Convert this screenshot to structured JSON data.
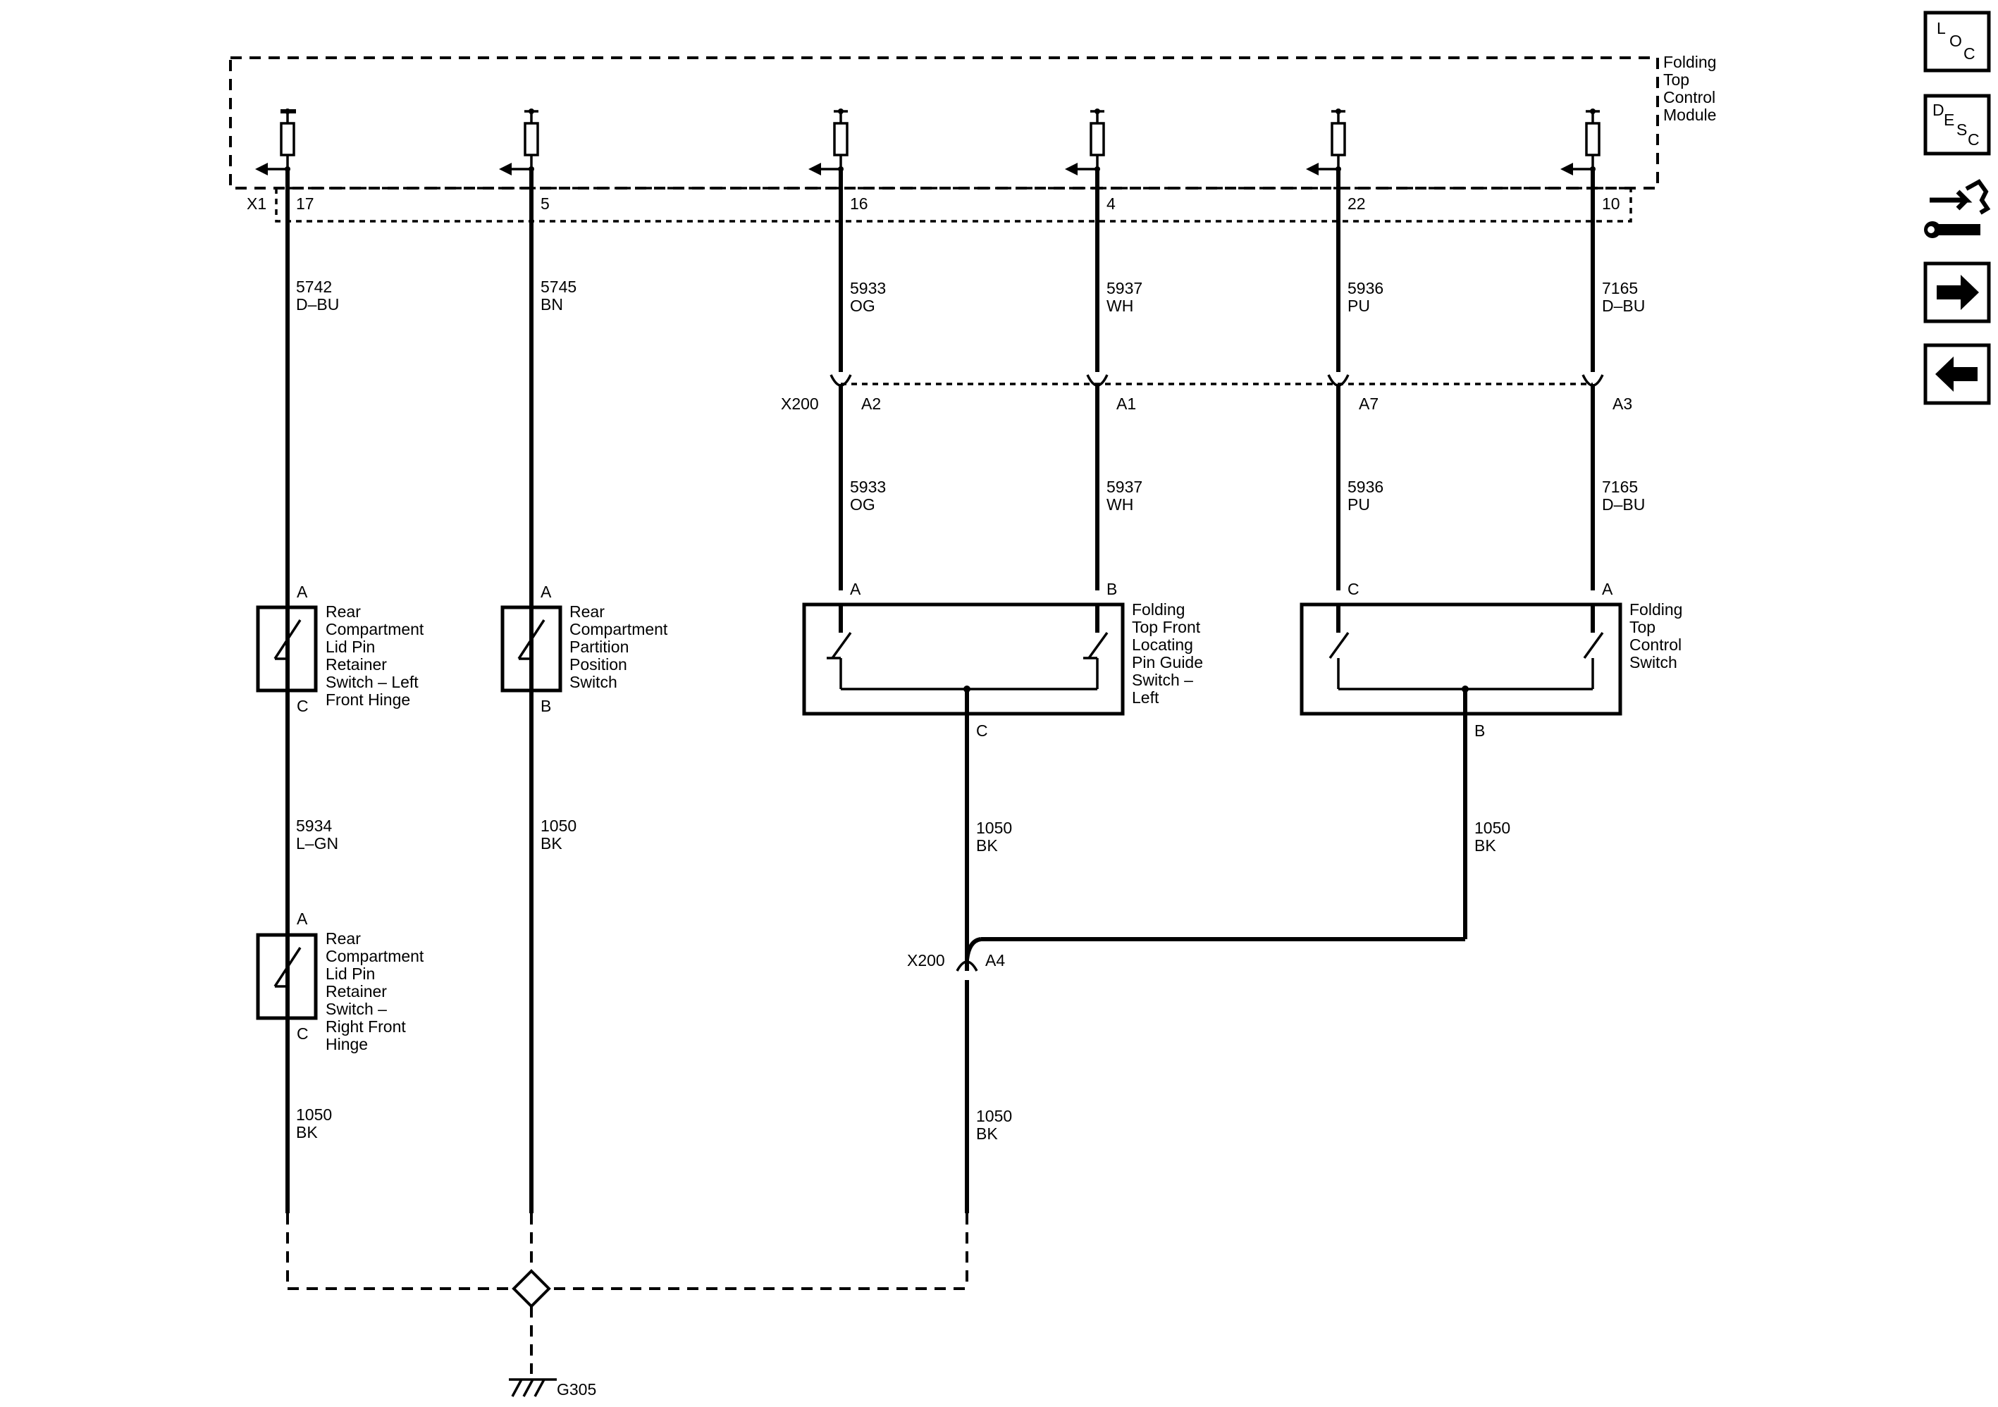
{
  "module": {
    "name_lines": [
      "Folding",
      "Top",
      "Control",
      "Module"
    ],
    "connector": "X1"
  },
  "module_pins": [
    {
      "pin": "17",
      "circuit": "5742",
      "color": "D–BU"
    },
    {
      "pin": "5",
      "circuit": "5745",
      "color": "BN"
    },
    {
      "pin": "16",
      "circuit": "5933",
      "color": "OG"
    },
    {
      "pin": "4",
      "circuit": "5937",
      "color": "WH"
    },
    {
      "pin": "22",
      "circuit": "5936",
      "color": "PU"
    },
    {
      "pin": "10",
      "circuit": "7165",
      "color": "D–BU"
    }
  ],
  "inline_connector": {
    "name": "X200",
    "pins": [
      {
        "pin": "A2",
        "circuit": "5933",
        "color": "OG"
      },
      {
        "pin": "A1",
        "circuit": "5937",
        "color": "WH"
      },
      {
        "pin": "A7",
        "circuit": "5936",
        "color": "PU"
      },
      {
        "pin": "A3",
        "circuit": "7165",
        "color": "D–BU"
      }
    ]
  },
  "switches": {
    "left_hinge": {
      "label_lines": [
        "Rear",
        "Compartment",
        "Lid Pin",
        "Retainer",
        "Switch – Left",
        "Front Hinge"
      ],
      "pin_top": "A",
      "pin_bottom": "C"
    },
    "partition": {
      "label_lines": [
        "Rear",
        "Compartment",
        "Partition",
        "Position",
        "Switch"
      ],
      "pin_top": "A",
      "pin_bottom": "B"
    },
    "right_hinge": {
      "label_lines": [
        "Rear",
        "Compartment",
        "Lid Pin",
        "Retainer",
        "Switch –",
        "Right Front",
        "Hinge"
      ],
      "pin_top": "A",
      "pin_bottom": "C"
    },
    "locating_pin": {
      "label_lines": [
        "Folding",
        "Top Front",
        "Locating",
        "Pin Guide",
        "Switch –",
        "Left"
      ],
      "pin_left": "A",
      "pin_right": "B",
      "pin_ground": "C"
    },
    "control_switch": {
      "label_lines": [
        "Folding",
        "Top",
        "Control",
        "Switch"
      ],
      "pin_left": "C",
      "pin_right": "A",
      "pin_ground": "B"
    }
  },
  "wires_lower": {
    "hinge_link": {
      "circuit": "5934",
      "color": "L–GN"
    },
    "ground_right_hinge": {
      "circuit": "1050",
      "color": "BK"
    },
    "ground_partition": {
      "circuit": "1050",
      "color": "BK"
    },
    "ground_locating": {
      "circuit": "1050",
      "color": "BK"
    },
    "ground_control": {
      "circuit": "1050",
      "color": "BK"
    },
    "ground_after_x200": {
      "circuit": "1050",
      "color": "BK"
    }
  },
  "ground_splice": {
    "connector": "X200",
    "pin": "A4"
  },
  "ground_point": "G305",
  "nav_icons": {
    "loc": [
      "L",
      "O",
      "C"
    ],
    "desc": [
      "D",
      "E",
      "S",
      "C"
    ],
    "items": [
      "loc-icon",
      "desc-icon",
      "connector-tool-icon",
      "next-arrow-icon",
      "previous-arrow-icon"
    ]
  }
}
